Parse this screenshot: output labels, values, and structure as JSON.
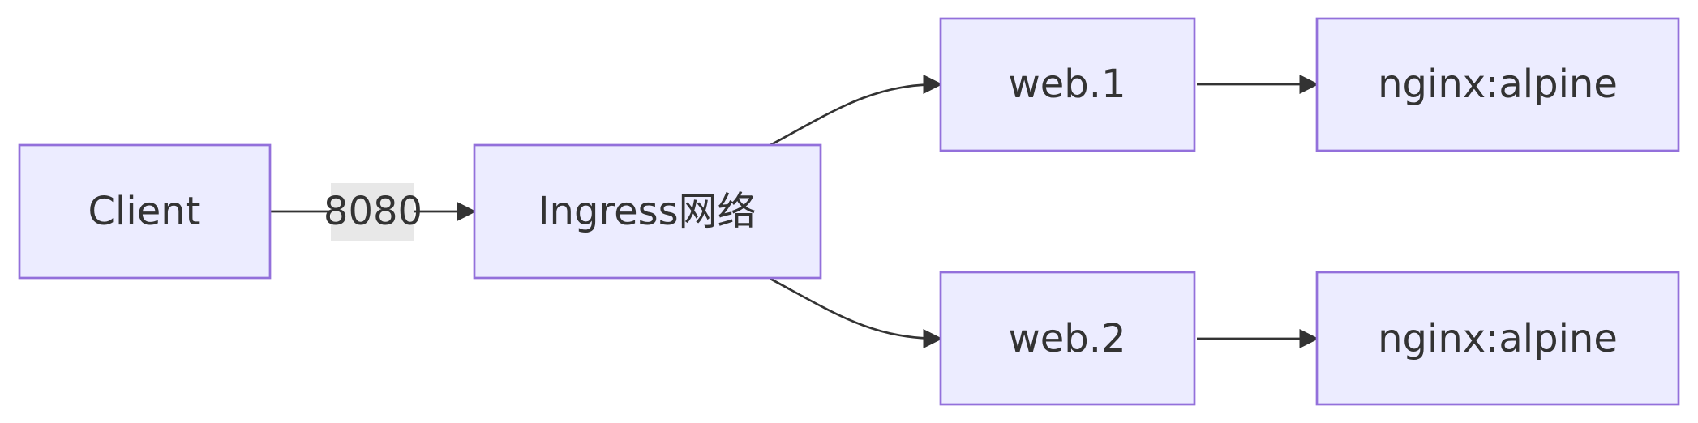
{
  "diagram": {
    "type": "flowchart",
    "direction": "LR",
    "colors": {
      "node_fill": "#ECECFF",
      "node_stroke": "#9370DB",
      "edge": "#333333",
      "text": "#333333",
      "edge_label_bg": "#E8E8E8"
    },
    "nodes": [
      {
        "id": "client",
        "label": "Client"
      },
      {
        "id": "ingress",
        "label": "Ingress网络"
      },
      {
        "id": "web1",
        "label": "web.1"
      },
      {
        "id": "web2",
        "label": "web.2"
      },
      {
        "id": "nginx1",
        "label": "nginx:alpine"
      },
      {
        "id": "nginx2",
        "label": "nginx:alpine"
      }
    ],
    "edges": [
      {
        "from": "client",
        "to": "ingress",
        "label": "8080"
      },
      {
        "from": "ingress",
        "to": "web1",
        "label": ""
      },
      {
        "from": "ingress",
        "to": "web2",
        "label": ""
      },
      {
        "from": "web1",
        "to": "nginx1",
        "label": ""
      },
      {
        "from": "web2",
        "to": "nginx2",
        "label": ""
      }
    ]
  }
}
